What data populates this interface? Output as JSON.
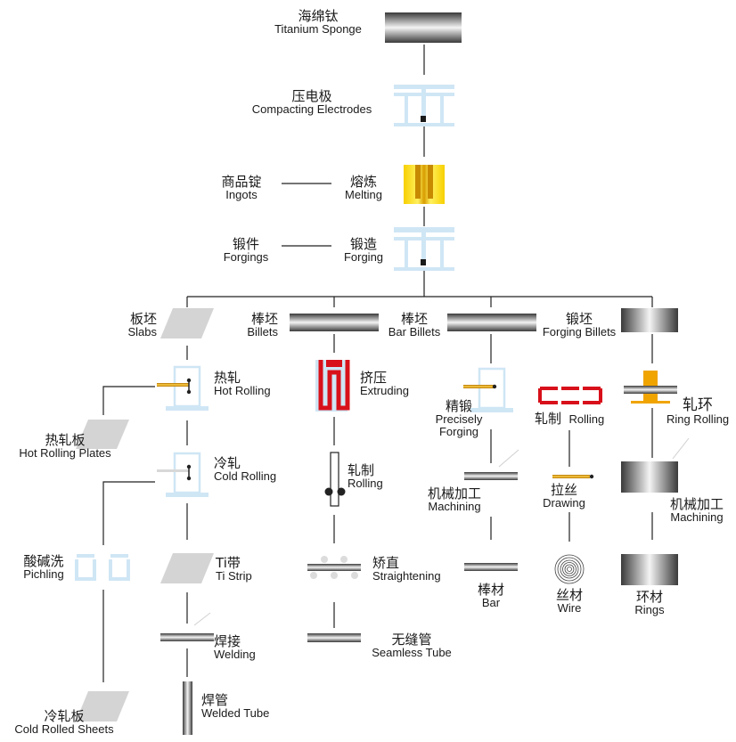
{
  "nodes": {
    "titanium_sponge": {
      "zh": "海绵钛",
      "en": "Titanium  Sponge"
    },
    "compacting_electrodes": {
      "zh": "压电极",
      "en": "Compacting Electrodes"
    },
    "ingots": {
      "zh": "商品锭",
      "en": "Ingots"
    },
    "melting": {
      "zh": "熔炼",
      "en": "Melting"
    },
    "forgings": {
      "zh": "锻件",
      "en": "Forgings"
    },
    "forging": {
      "zh": "锻造",
      "en": "Forging"
    },
    "slabs": {
      "zh": "板坯",
      "en": "Slabs"
    },
    "billets": {
      "zh": "棒坯",
      "en": "Billets"
    },
    "bar_billets": {
      "zh": "棒坯",
      "en": "Bar Billets"
    },
    "forging_billets": {
      "zh": "锻坯",
      "en": "Forging Billets"
    },
    "hot_rolling": {
      "zh": "热轧",
      "en": "Hot Rolling"
    },
    "extruding": {
      "zh": "挤压",
      "en": "Extruding"
    },
    "precisely_forging": {
      "zh": "精锻",
      "en": "Precisely",
      "en2": "Forging"
    },
    "rolling_1": {
      "zh": "轧制",
      "en": "Rolling"
    },
    "ring_rolling": {
      "zh": "轧环",
      "en": "Ring Rolling"
    },
    "hot_rolling_plates": {
      "zh": "热轧板",
      "en": "Hot Rolling Plates"
    },
    "cold_rolling": {
      "zh": "冷轧",
      "en": "Cold Rolling"
    },
    "rolling_2": {
      "zh": "轧制",
      "en": "Rolling"
    },
    "machining_1": {
      "zh": "机械加工",
      "en": "Machining"
    },
    "drawing": {
      "zh": "拉丝",
      "en": "Drawing"
    },
    "machining_2": {
      "zh": "机械加工",
      "en": "Machining"
    },
    "pichling": {
      "zh": "酸碱洗",
      "en": "Pichling"
    },
    "ti_strip": {
      "zh": "Ti带",
      "en": "Ti Strip"
    },
    "straightening": {
      "zh": "矫直",
      "en": "Straightening"
    },
    "bar": {
      "zh": "棒材",
      "en": "Bar"
    },
    "wire": {
      "zh": "丝材",
      "en": "Wire"
    },
    "rings": {
      "zh": "环材",
      "en": "Rings"
    },
    "welding": {
      "zh": "焊接",
      "en": "Welding"
    },
    "seamless_tube": {
      "zh": "无缝管",
      "en": "Seamless Tube"
    },
    "cold_rolled_sheets": {
      "zh": "冷轧板",
      "en": "Cold Rolled Sheets"
    },
    "welded_tube": {
      "zh": "焊管",
      "en": "Welded Tube"
    }
  },
  "colors": {
    "line": "#222222",
    "press_frame": "#cfe6f5",
    "melting_gold": "#f5d800",
    "extruder_red": "#d8101a",
    "rod_orange": "#f0a400",
    "slab_gray": "#d4d4d4"
  },
  "icons": {
    "sponge": "metal-bar-icon",
    "press": "press-frame-icon",
    "crucible": "crucible-icon",
    "slab": "slab-parallelogram-icon",
    "rod": "metal-rod-icon",
    "coil": "wire-coil-icon",
    "ring": "ring-cylinder-icon"
  }
}
